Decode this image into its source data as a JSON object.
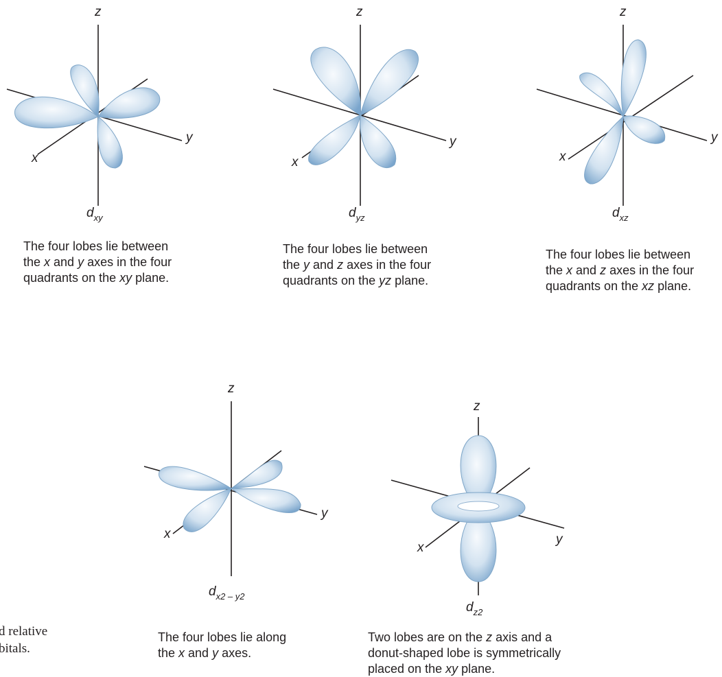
{
  "colors": {
    "lobe_light": "#f4f8fc",
    "lobe_mid": "#bcd3e8",
    "lobe_dark": "#6f9cc6",
    "axis": "#231f20"
  },
  "axis_labels": {
    "x": "x",
    "y": "y",
    "z": "z"
  },
  "orbitals": [
    {
      "id": "dxy",
      "label_main": "d",
      "label_sub": "xy",
      "label_sup": "",
      "caption_plain": "The four lobes lie between the x and y axes in the four quadrants on the xy plane.",
      "caption_lines": [
        [
          "The four lobes lie between"
        ],
        [
          "the ",
          {
            "i": "x"
          },
          " and ",
          {
            "i": "y"
          },
          " axes in the four"
        ],
        [
          "quadrants on the ",
          {
            "i": "xy"
          },
          " plane."
        ]
      ]
    },
    {
      "id": "dyz",
      "label_main": "d",
      "label_sub": "yz",
      "label_sup": "",
      "caption_plain": "The four lobes lie between the y and z axes in the four quadrants on the yz plane.",
      "caption_lines": [
        [
          "The four lobes lie between"
        ],
        [
          "the ",
          {
            "i": "y"
          },
          " and ",
          {
            "i": "z"
          },
          " axes in the four"
        ],
        [
          "quadrants on the ",
          {
            "i": "yz"
          },
          " plane."
        ]
      ]
    },
    {
      "id": "dxz",
      "label_main": "d",
      "label_sub": "xz",
      "label_sup": "",
      "caption_plain": "The four lobes lie between the x and z axes in the four quadrants on the xz plane.",
      "caption_lines": [
        [
          "The four lobes lie between"
        ],
        [
          "the ",
          {
            "i": "x"
          },
          " and ",
          {
            "i": "z"
          },
          " axes in the four"
        ],
        [
          "quadrants on the ",
          {
            "i": "xz"
          },
          " plane."
        ]
      ]
    },
    {
      "id": "dx2y2",
      "label_main": "d",
      "label_sub": "x2 – y2",
      "label_sup": "",
      "caption_plain": "The four lobes lie along the x and y axes.",
      "caption_lines": [
        [
          "The four lobes lie along"
        ],
        [
          "the ",
          {
            "i": "x"
          },
          " and ",
          {
            "i": "y"
          },
          " axes."
        ]
      ]
    },
    {
      "id": "dz2",
      "label_main": "d",
      "label_sub": "z2",
      "label_sup": "",
      "caption_plain": "Two lobes are on the z axis and a donut-shaped lobe is symmetrically placed on the xy plane.",
      "caption_lines": [
        [
          "Two lobes are on the ",
          {
            "i": "z"
          },
          " axis and a"
        ],
        [
          "donut-shaped lobe is symmetrically"
        ],
        [
          "placed on the ",
          {
            "i": "xy"
          },
          " plane."
        ]
      ]
    }
  ],
  "side_note": {
    "lines": [
      "d relative",
      "bitals."
    ]
  }
}
